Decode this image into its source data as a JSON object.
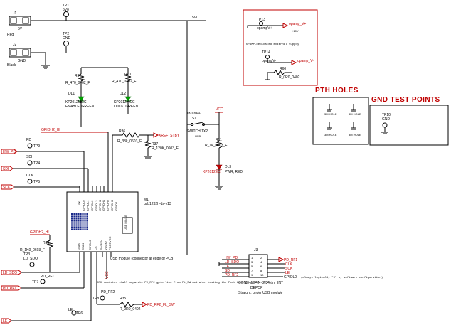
{
  "connectors": {
    "j1": {
      "ref": "J1",
      "value": "5V",
      "color": "Red"
    },
    "j2": {
      "ref": "J2",
      "value": "GND",
      "color": "Black"
    },
    "j3": {
      "ref": "J3",
      "part": "CONN_10PIN_2.54mm_INT",
      "dnp": "DEPOP",
      "note": "Straight, under USB module",
      "pins_left": [
        "1",
        "3",
        "5",
        "7",
        "9"
      ],
      "pins_right": [
        "2",
        "4",
        "6",
        "8",
        "10"
      ],
      "nets_left": [
        "HW_PD",
        "LD_SDO",
        "LE",
        "SDI",
        "PD_RF2"
      ],
      "nets_right": [
        "PD_RF1",
        "CLK",
        "SCK",
        "LE",
        "GPIOL0"
      ],
      "gpiol0_note": "(always logically \"0\" by software configuration)"
    }
  },
  "test_points": {
    "tp1": {
      "ref": "TP1",
      "net": "5V0"
    },
    "tp2": {
      "ref": "TP2",
      "net": "GND"
    },
    "tp3": {
      "ref": "TP3",
      "net": "LD_SDO"
    },
    "tp4": {
      "ref": "TP4",
      "net": "SDI"
    },
    "tp5": {
      "ref": "TP5",
      "net": "CLK"
    },
    "tp6": {
      "ref": "TP6",
      "net": "LE"
    },
    "tp7": {
      "ref": "TP7",
      "net": "PD_RF1"
    },
    "tp8": {
      "ref": "TP8",
      "net": "PD_RF2"
    },
    "tp9": {
      "ref": "TP9",
      "net": "PD"
    },
    "tp10": {
      "ref": "TP10",
      "net": "GND"
    },
    "tp13": {
      "ref": "TP13",
      "net": "opampV+"
    },
    "tp14": {
      "ref": "TP14",
      "net": "opampV-"
    }
  },
  "nets": {
    "vcc_5v0": "5V0",
    "vcc": "VCC",
    "gpioh2_hi_a": "GPIOH2_HI",
    "gpioh2_hi_b": "GPIOH2_HI",
    "hw_pd": "HW_PD",
    "sdi": "SDI",
    "sck": "SCK",
    "ld_sdo": "LD_SDO",
    "pd_rf1": "PD_RF1",
    "le": "LE",
    "xref_stby": "XREF_STBY",
    "pd_rf2_fl_sw": "PD_RF2_FL_SW",
    "opamp_vp": "opamp_V+",
    "opamp_vp_volt": "+15V",
    "opamp_vm": "opamp_V-",
    "opamp_vp_short": "opampV+",
    "opamp_vm_short": "opampV-",
    "opamp_note": "OPAMP-dedicated external supply",
    "vcc_vertical": "VCC"
  },
  "resistors": {
    "r9": {
      "ref": "R9",
      "value": "R_470_0402_F"
    },
    "r10": {
      "ref": "R10",
      "value": "R_470_0402_F"
    },
    "r36": {
      "ref": "R36",
      "value": "R_33k_0603_F"
    },
    "r37": {
      "ref": "R37",
      "value": "R_120K_0603_F"
    },
    "r11": {
      "ref": "R11",
      "value": "R_1k_0603_F"
    },
    "r38": {
      "ref": "R38",
      "value": "R_1K0_0603_F"
    },
    "r35": {
      "ref": "R35",
      "value": "R_0R0_0402"
    },
    "r60": {
      "ref": "R60",
      "value": "R_0R0_0402"
    }
  },
  "leds": {
    "dl1": {
      "ref": "DL1",
      "part": "KP2012MGC",
      "label": "ENABLE, GREEN"
    },
    "dl2": {
      "ref": "DL2",
      "part": "KP2012MGC",
      "label": "LOCK, GREEN"
    },
    "dl3": {
      "ref": "DL3",
      "part": "KP2012EC",
      "label": "PWR, RED"
    }
  },
  "switch": {
    "ref": "S1",
    "part": "SWITCH 1X2",
    "label_top": "EXTERNAL",
    "label_bottom": "USB"
  },
  "module": {
    "ref": "M1",
    "part": "usb1232h-ds-v13",
    "note": "USB module (connector at edge of PCB)",
    "usb_label": "USB MINI-B",
    "top_pins": [
      "SK",
      "GPIOL0",
      "GPIOL1",
      "GPIOL2",
      "GPIOL3",
      "GPIOH0",
      "GPIOH1",
      "GPIOH2",
      "GPIOH3",
      "GPIOH4",
      "GPIOH5",
      "GPIOH6",
      "GPIOH7",
      "GPIO2"
    ],
    "bottom_pins": [
      "GND1",
      "GND2",
      "GPIOL0",
      "CS",
      "PWREN",
      "VCCIO",
      "PORTVCC"
    ]
  },
  "sections": {
    "pth_holes": "PTH HOLES",
    "gnd_test_points": "GND TEST POINTS",
    "hole_label": "3M HOLE"
  },
  "notes": {
    "r_note": "0R0 resistor shall separate PD_RF2 gpio line from FL_SW net when testing the Fast Lock (populated R_FL)",
    "vcc_label": "VCC"
  },
  "colors": {
    "wire": "#000000",
    "annotation": "#c00000",
    "led": "#00a000",
    "grid": "#1a2a8a"
  }
}
